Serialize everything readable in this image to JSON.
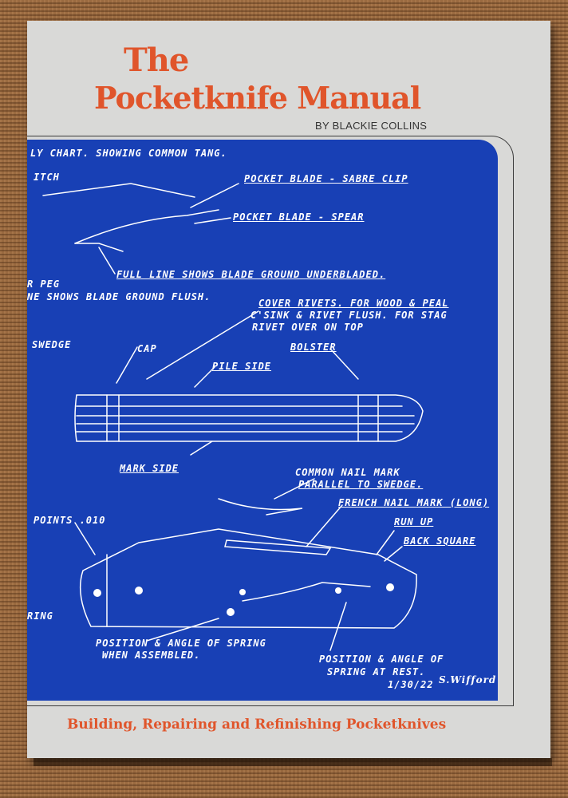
{
  "cover": {
    "title_line1": "The",
    "title_line2": "Pocketknife Manual",
    "author": "BY BLACKIE COLLINS",
    "subtitle": "Building, Repairing and Refinishing Pocketknives"
  },
  "blueprint": {
    "labels": {
      "chart": "LY  CHART. SHOWING COMMON TANG.",
      "pitch": "ITCH",
      "sabre": "POCKET BLADE - SABRE CLIP",
      "spear": "POCKET BLADE - SPEAR",
      "full_line": "FULL LINE SHOWS BLADE GROUND UNDERBLADED.",
      "r_peg": "R PEG",
      "line_flush": "NE SHOWS BLADE GROUND FLUSH.",
      "cover_rivets_1": "COVER RIVETS. FOR WOOD & PEAL",
      "cover_rivets_2": "C'SINK & RIVET FLUSH.  FOR STAG",
      "cover_rivets_3": "RIVET OVER ON TOP",
      "swedge_left": "SWEDGE",
      "cap": "CAP",
      "bolster": "BOLSTER",
      "pile_side": "PILE SIDE",
      "mark_side": "MARK SIDE",
      "nail_mark_1": "COMMON NAIL MARK",
      "nail_mark_2": "PARALLEL TO SWEDGE.",
      "french_nail": "FRENCH NAIL MARK (LONG)",
      "points": "POINTS .010",
      "run_up": "RUN UP",
      "back_square": "BACK SQUARE",
      "spring_assembled_1": "POSITION & ANGLE OF SPRING",
      "spring_assembled_2": "WHEN ASSEMBLED.",
      "spring_rest_1": "POSITION & ANGLE OF",
      "spring_rest_2": "SPRING AT REST.",
      "spring_left": "RING",
      "date": "1/30/22",
      "signature": "S.Wifford"
    }
  },
  "colors": {
    "title_orange": "#e0552b",
    "blueprint_blue": "#1840b5",
    "cover_gray": "#d9d9d7"
  }
}
